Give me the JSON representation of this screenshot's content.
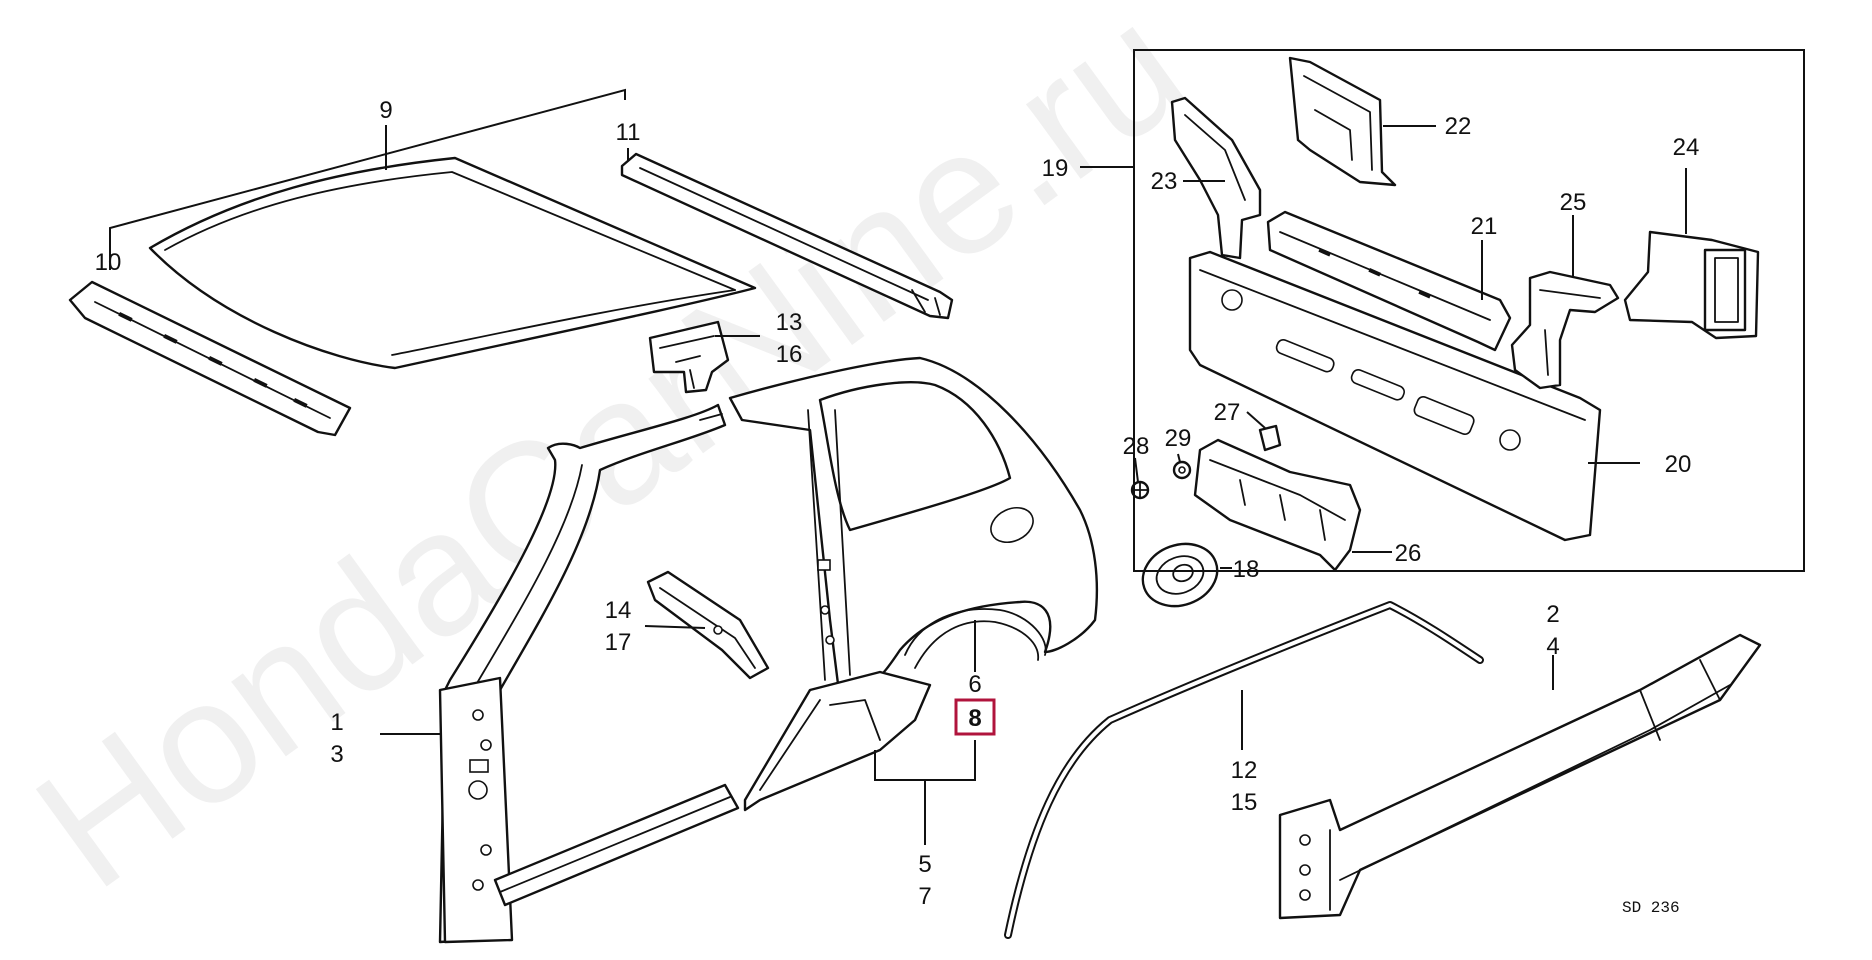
{
  "watermark": "HondaCarNine.ru",
  "diagram_code": "SD 236",
  "highlight_color": "#b0143c",
  "callouts": {
    "c1": "1",
    "c2": "2",
    "c3": "3",
    "c4": "4",
    "c5": "5",
    "c6": "6",
    "c7": "7",
    "c8": "8",
    "c9": "9",
    "c10": "10",
    "c11": "11",
    "c12": "12",
    "c13": "13",
    "c14": "14",
    "c15": "15",
    "c16": "16",
    "c17": "17",
    "c18": "18",
    "c19": "19",
    "c20": "20",
    "c21": "21",
    "c22": "22",
    "c23": "23",
    "c24": "24",
    "c25": "25",
    "c26": "26",
    "c27": "27",
    "c28": "28",
    "c29": "29"
  },
  "highlighted_callout": "8"
}
